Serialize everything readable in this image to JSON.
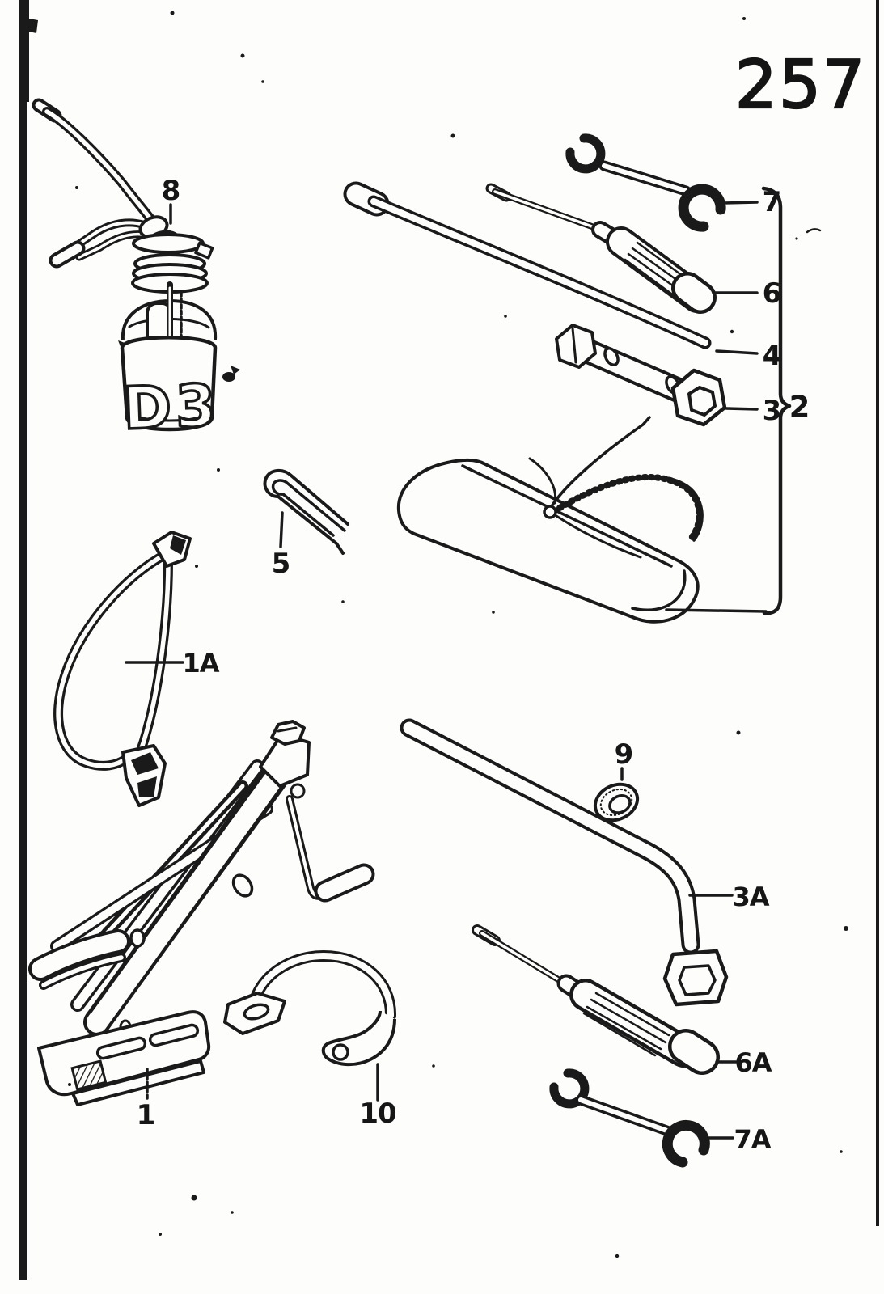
{
  "page": {
    "number": "257"
  },
  "colors": {
    "ink": "#1a1a1a",
    "paper": "#fdfdfc"
  },
  "oil_can": {
    "marking": "D3"
  },
  "callouts": {
    "n1": "1",
    "n1a": "1A",
    "n2": "2",
    "n3": "3",
    "n3a": "3A",
    "n4": "4",
    "n5": "5",
    "n6": "6",
    "n6a": "6A",
    "n7": "7",
    "n7a": "7A",
    "n8": "8",
    "n9": "9",
    "n10": "10"
  }
}
